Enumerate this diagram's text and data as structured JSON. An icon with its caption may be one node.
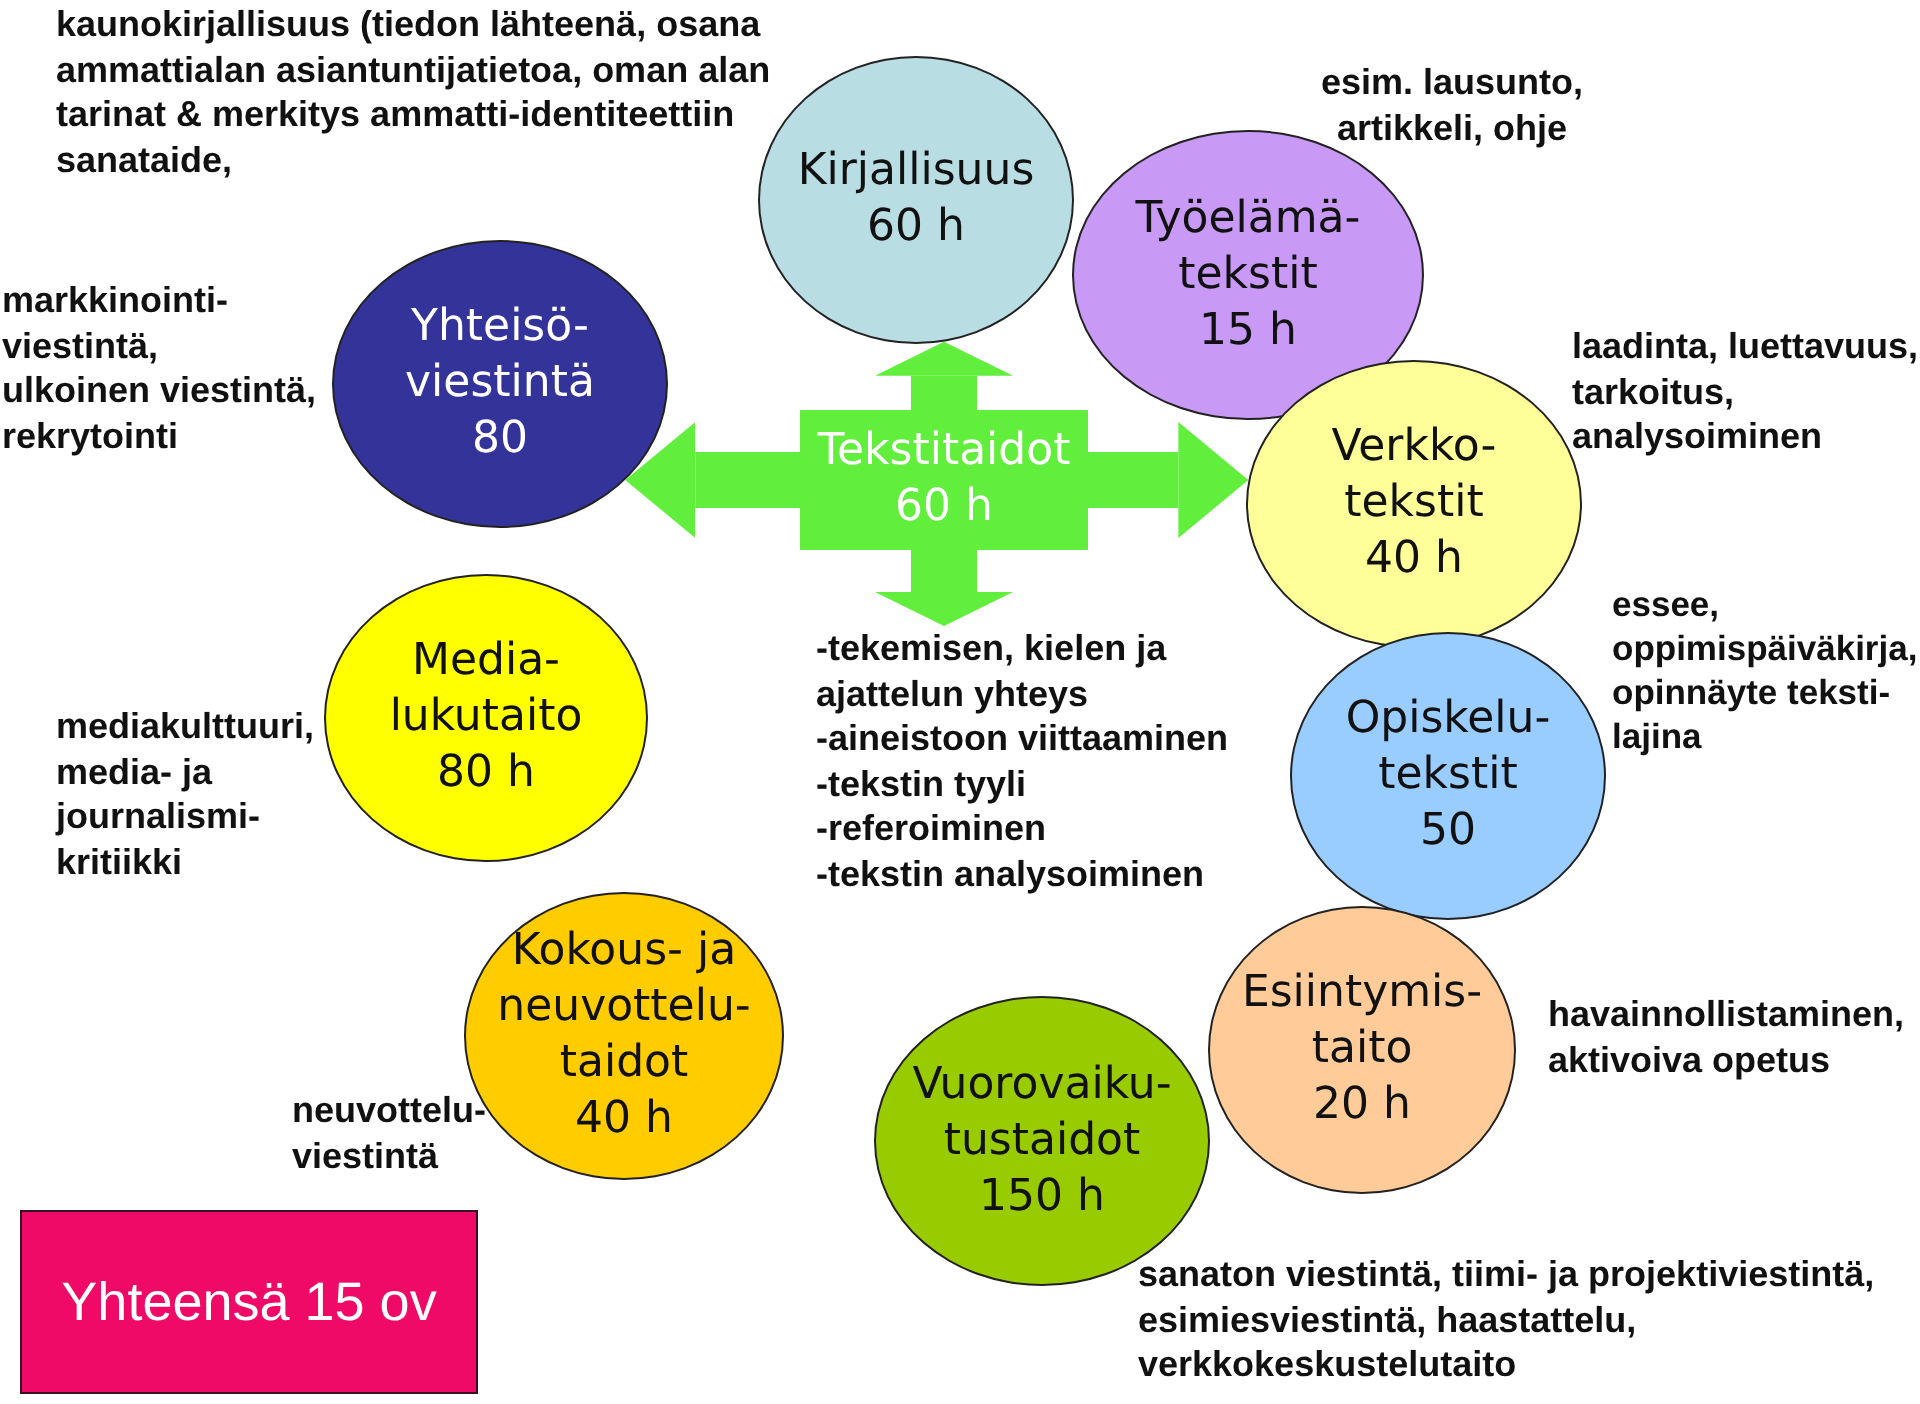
{
  "diagram": {
    "nodes": [
      {
        "text": [
          "Kirjallisuus",
          "60 h"
        ],
        "beside": [
          "kaunokirjallisuus (tiedon lähteenä, osana ammattialan asiantuntijatietoa, oman alan tarinat & merkitys ammatti-identiteettiin sanataide,"
        ]
      },
      {
        "text": [
          "Työelämä- tekstit",
          "15 h"
        ],
        "beside": [
          "esim. lausunto, artikkeli, ohje"
        ]
      },
      {
        "text": [
          "Yhteisö- viestintä",
          "80"
        ],
        "beside": [
          "markkinointi- viestintä,",
          "ulkoinen viestintä, rekrytointi"
        ]
      },
      {
        "text": [
          "Tekstitaidot",
          "60 h"
        ]
      },
      {
        "text": [
          "Verkko- tekstit",
          "40 h"
        ],
        "beside": [
          "laadinta, luettavuus, tarkoitus, analysoiminen"
        ]
      },
      {
        "text": [
          "Media- lukutaito",
          "80 h"
        ],
        "beside": [
          "mediakulttuuri, media- ja journalismi- kritiikki"
        ]
      },
      {
        "text": [
          "-tekemisen, kielen ja ajattelun yhteys",
          "-aineistoon viittaaminen",
          "-tekstin tyyli",
          "-referoiminen",
          "-tekstin analysoiminen"
        ]
      },
      {
        "text": [
          "Opiskelu- tekstit",
          "50"
        ],
        "beside": [
          "essee, oppimispäiväkirja, opinnäyte teksti- lajina"
        ]
      },
      {
        "text": [
          "Kokous- ja neuvottelu- taidot",
          "40 h"
        ],
        "beside": [
          "neuvottelu- viestintä"
        ]
      },
      {
        "text": [
          "Esiintymis- taito",
          "20 h"
        ],
        "beside": [
          "havainnollistaminen, aktivoiva opetus"
        ]
      },
      {
        "text": [
          "Vuorovaiku- tustaidot",
          "150 h"
        ],
        "beside": [
          "sanaton viestintä, tiimi- ja projektiviestintä, esimiesviestintä, haastattelu, verkkokeskustelutaito"
        ]
      },
      {
        "text": [
          "Yhteensä 15 ov"
        ]
      }
    ],
    "edges": [
      {
        "from": 3,
        "to": 0,
        "arrow": "to"
      },
      {
        "from": 3,
        "to": 2,
        "arrow": "to"
      },
      {
        "from": 3,
        "to": 4,
        "arrow": "to"
      },
      {
        "from": 3,
        "to": 6,
        "arrow": "to"
      }
    ]
  }
}
